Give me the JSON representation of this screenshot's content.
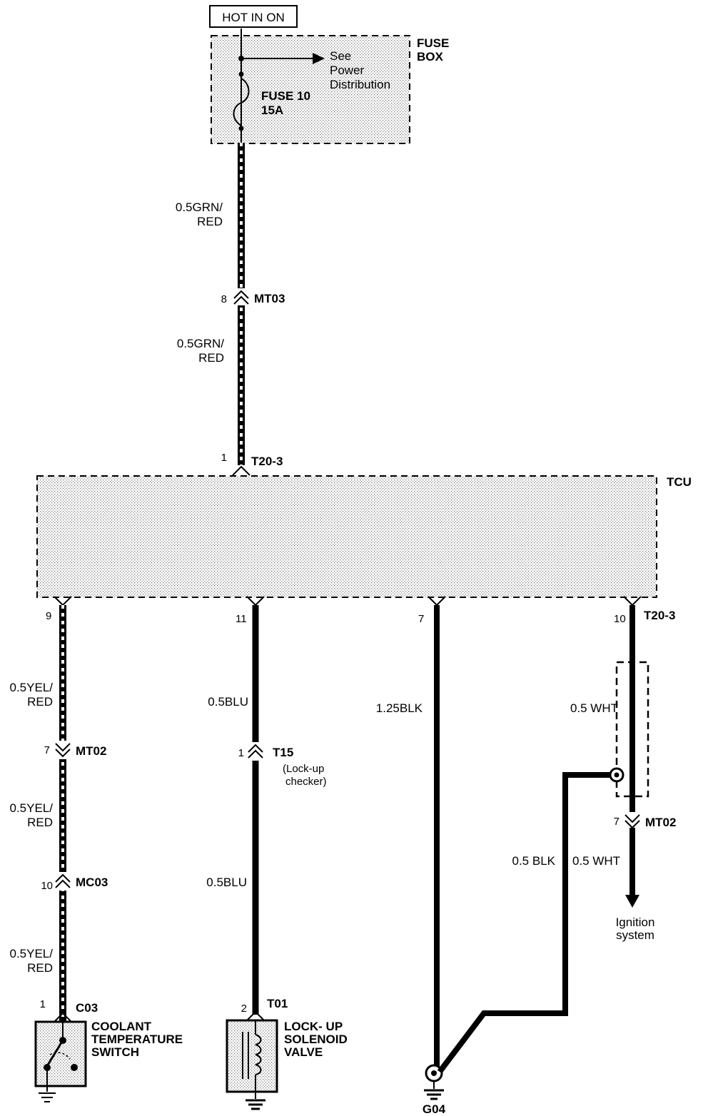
{
  "power_source": "HOT IN ON",
  "fuse_box": {
    "name_line1": "FUSE",
    "name_line2": "BOX",
    "see_line1": "See",
    "see_line2": "Power",
    "see_line3": "Distribution",
    "fuse_name": "FUSE 10",
    "fuse_rating": "15A"
  },
  "wires": {
    "grn_red_top_1": "0.5GRN/",
    "grn_red_top_2": "RED",
    "grn_red_mid_1": "0.5GRN/",
    "grn_red_mid_2": "RED",
    "yel_red_1a": "0.5YEL/",
    "yel_red_1b": "RED",
    "yel_red_2a": "0.5YEL/",
    "yel_red_2b": "RED",
    "yel_red_3a": "0.5YEL/",
    "yel_red_3b": "RED",
    "blu_1": "0.5BLU",
    "blu_2": "0.5BLU",
    "blk_main": "1.25BLK",
    "wht_1": "0.5 WHT",
    "wht_2": "0.5 WHT",
    "blk_2": "0.5 BLK"
  },
  "connectors": {
    "mt03_pin": "8",
    "mt03": "MT03",
    "t20_top_pin": "1",
    "t20_top": "T20-3",
    "pin_9": "9",
    "pin_11": "11",
    "pin_7": "7",
    "pin_10": "10",
    "t20_bottom": "T20-3",
    "mt02_left_pin": "7",
    "mt02_left": "MT02",
    "mc03_pin": "10",
    "mc03": "MC03",
    "t15_pin": "1",
    "t15": "T15",
    "t15_note_1": "(Lock-up",
    "t15_note_2": "checker)",
    "mt02_right_pin": "7",
    "mt02_right": "MT02",
    "c03_pin": "1",
    "c03": "C03",
    "t01_pin": "2",
    "t01": "T01"
  },
  "modules": {
    "tcu": "TCU",
    "coolant_1": "COOLANT",
    "coolant_2": "TEMPERATURE",
    "coolant_3": "SWITCH",
    "lockup_1": "LOCK- UP",
    "lockup_2": "SOLENOID",
    "lockup_3": "VALVE",
    "ignition_1": "Ignition",
    "ignition_2": "system",
    "ground": "G04"
  }
}
